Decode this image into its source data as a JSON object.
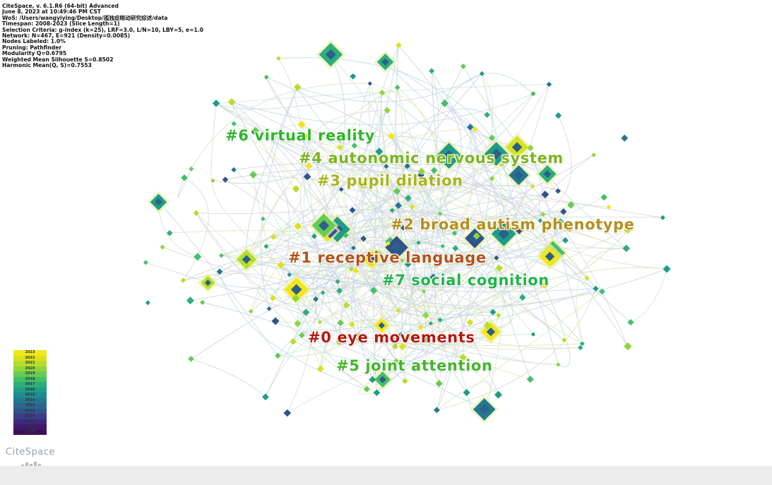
{
  "info": {
    "lines": [
      "CiteSpace, v. 6.1.R6 (64-bit) Advanced",
      "June 8, 2023 at 10:49:46 PM CST",
      "WoS: /Users/wangyiying/Desktop/孤独症眼动研究综述/data",
      "Timespan: 2008-2023 (Slice Length=1)",
      "Selection Criteria: g-index (k=25), LRF=3.0, L/N=10, LBY=5, e=1.0",
      "Network: N=467, E=921 (Density=0.0085)",
      "Nodes Labeled: 1.0%",
      "Pruning: Pathfinder",
      "Modularity Q=0.6795",
      "Weighted Mean Silhouette S=0.8502",
      "Harmonic Mean(Q, S)=0.7553"
    ]
  },
  "clusters": [
    {
      "label": "#6 virtual reality",
      "color": "#2fb52a"
    },
    {
      "label": "#4 autonomic nervous system",
      "color": "#7ab51d"
    },
    {
      "label": "#3 pupil dilation",
      "color": "#a7b51a"
    },
    {
      "label": "#2 broad autism phenotype",
      "color": "#b58f1a"
    },
    {
      "label": "#1 receptive language",
      "color": "#b5521a"
    },
    {
      "label": "#7 social cognition",
      "color": "#1fb54a"
    },
    {
      "label": "#0 eye movements",
      "color": "#b5180f"
    },
    {
      "label": "#5 joint attention",
      "color": "#44b52a"
    }
  ],
  "legend": {
    "years": [
      "2023",
      "2022",
      "2021",
      "2020",
      "2019",
      "2018",
      "2017",
      "2016",
      "2015",
      "2014",
      "2013",
      "2012",
      "2011",
      "2010",
      "2009",
      "2008"
    ],
    "colors": [
      "#f2e61a",
      "#d8e21f",
      "#b6dd2b",
      "#8ed63c",
      "#66cc52",
      "#45be6a",
      "#2cae7c",
      "#1f9c88",
      "#1f8a8c",
      "#24788e",
      "#2a668e",
      "#31538c",
      "#383f88",
      "#3d2a7e",
      "#3f1a6e",
      "#3c0e5a"
    ]
  },
  "logo": {
    "text": "CiteSpace"
  },
  "node_colors": [
    "#b6dd2b",
    "#8ed63c",
    "#66cc52",
    "#45be6a",
    "#2cae7c",
    "#1f9c88",
    "#24788e",
    "#31538c",
    "#d8e21f",
    "#f2e61a"
  ]
}
